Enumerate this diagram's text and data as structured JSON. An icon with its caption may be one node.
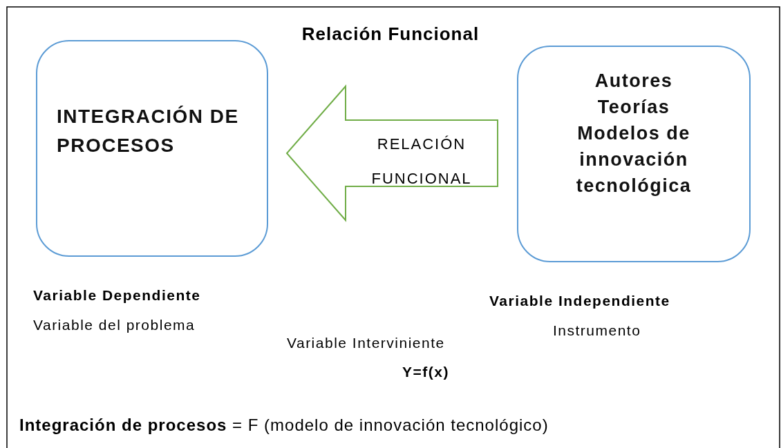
{
  "diagram": {
    "title": "Relación Funcional",
    "nodes": [
      {
        "text": [
          "INTEGRACIÓN DE PROCESOS"
        ],
        "beside": [
          "Variable Dependiente",
          "Variable del problema"
        ]
      },
      {
        "text": [
          "Autores",
          "Teorías",
          "Modelos de innovación tecnológica"
        ],
        "beside": [
          "Variable Independiente",
          "Instrumento"
        ]
      }
    ],
    "edges": [
      {
        "from": 1,
        "to": 0,
        "arrow": "to",
        "label": "RELACIÓN FUNCIONAL"
      }
    ],
    "labels": [
      "Variable Interviniente",
      "Y=f(x)",
      "**Integración de procesos** = F (modelo de innovación tecnológico)"
    ]
  }
}
